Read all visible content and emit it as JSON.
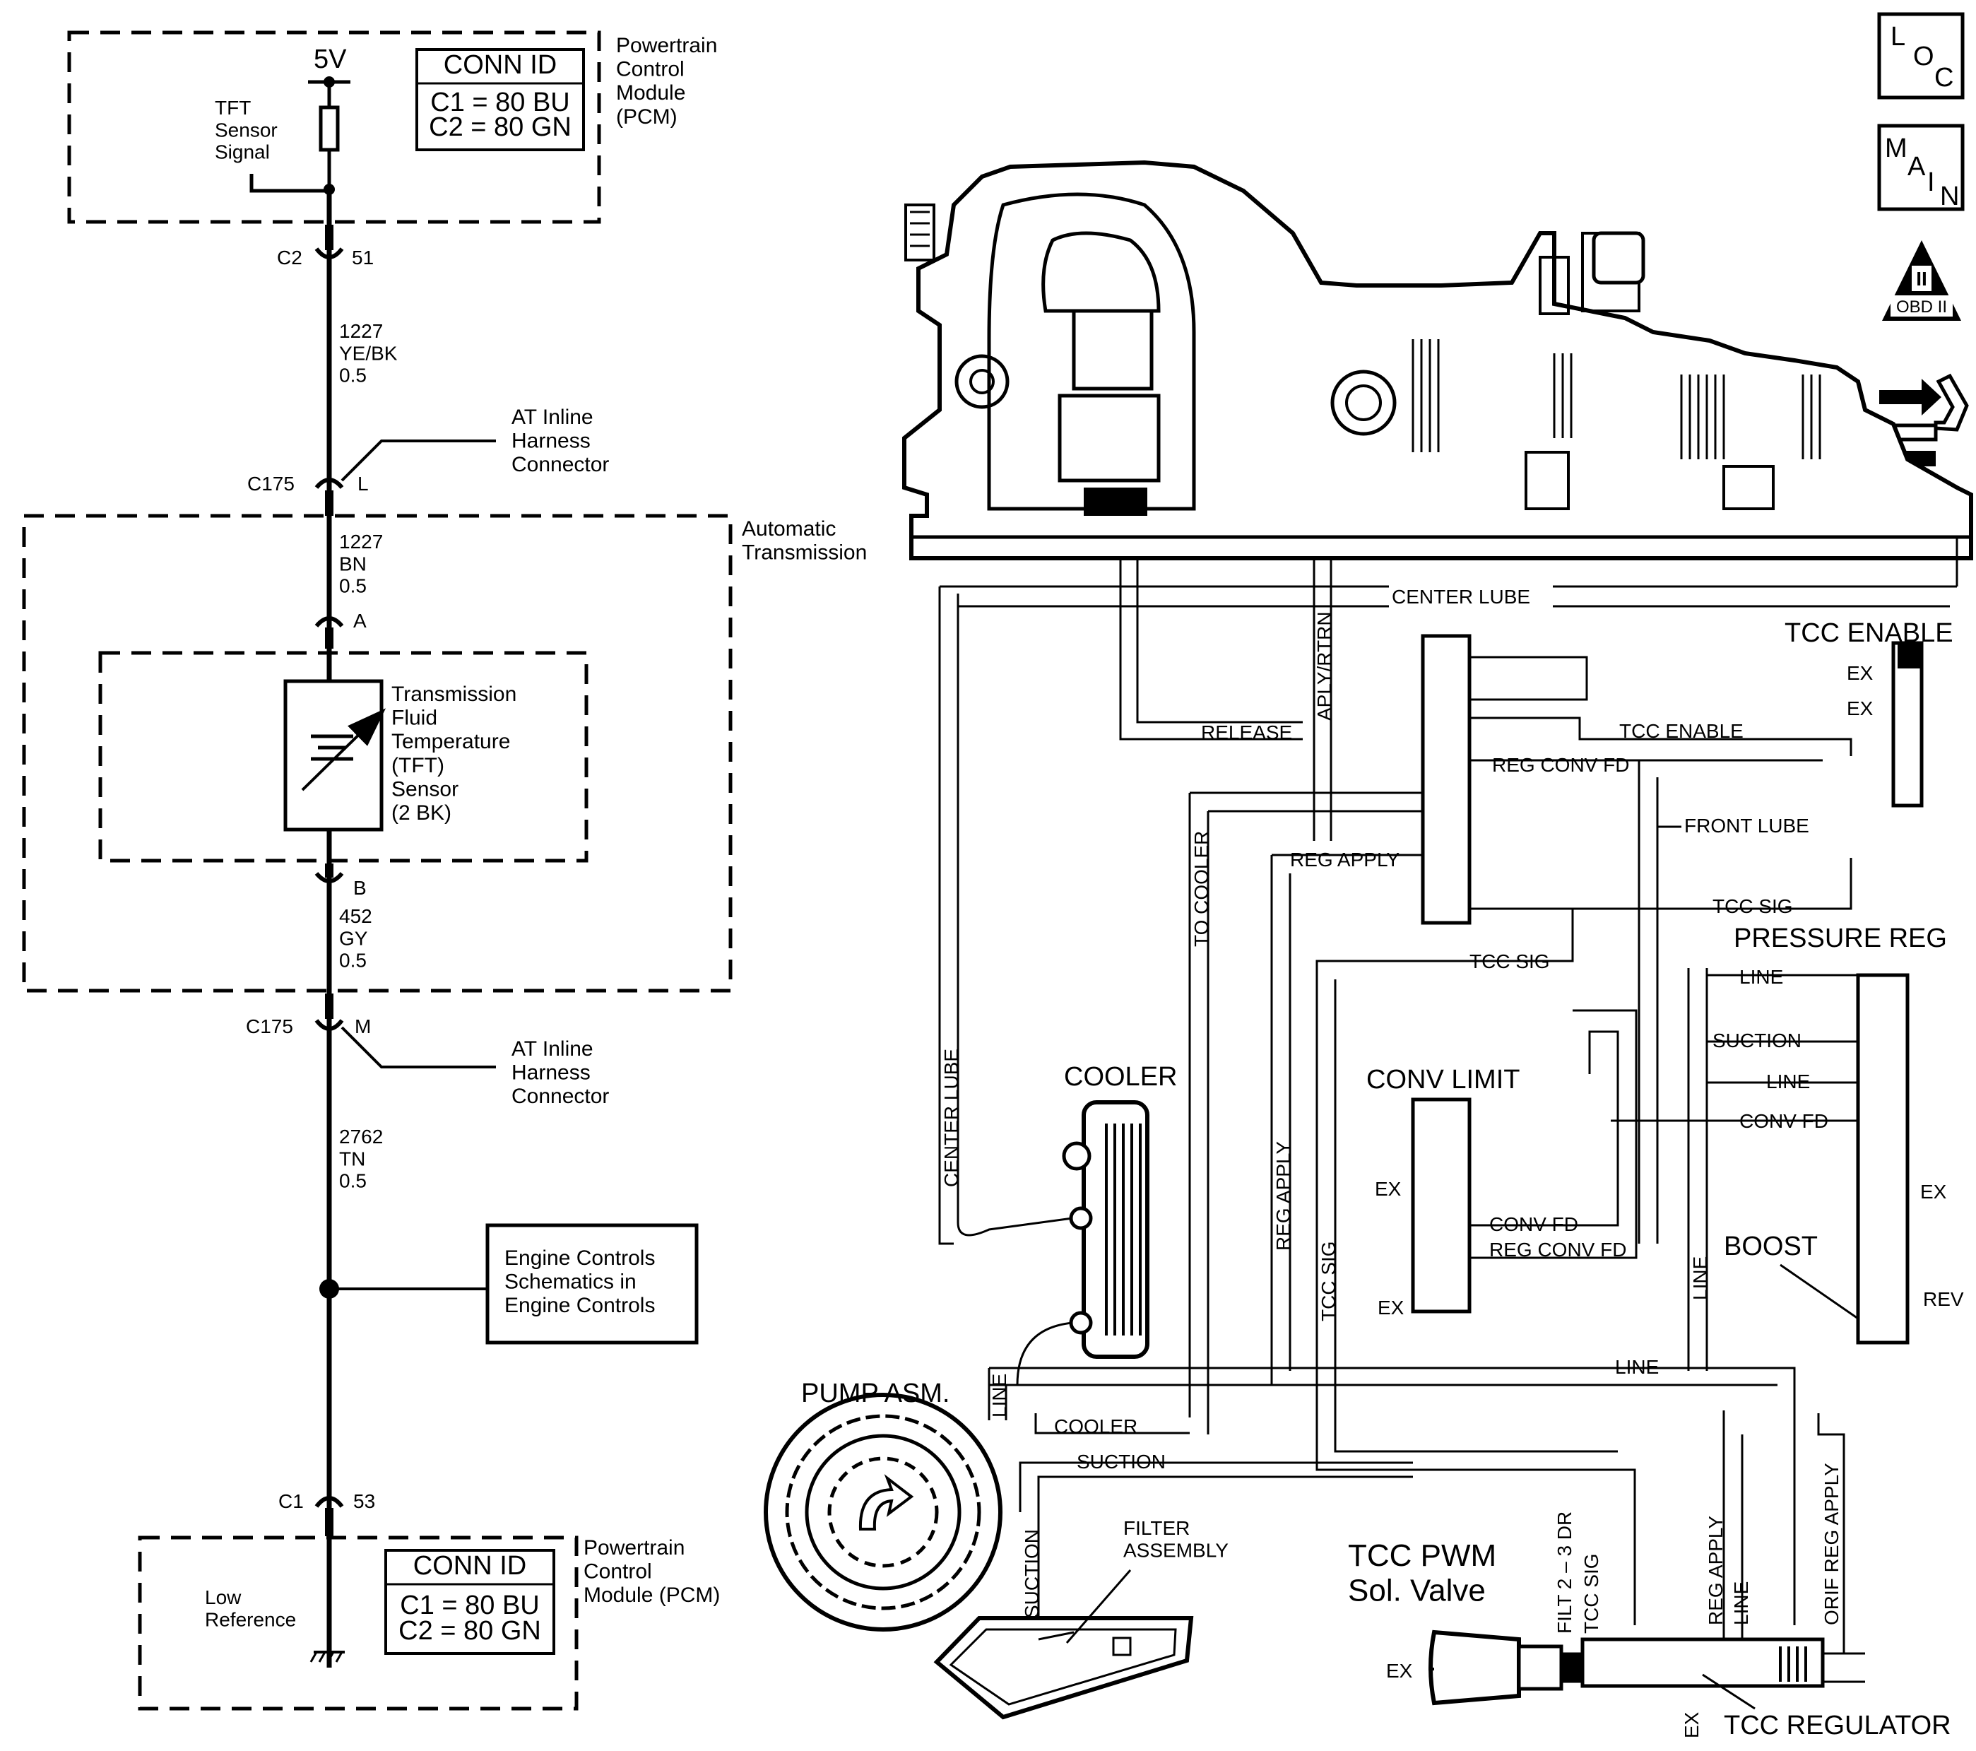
{
  "pcm_top": {
    "voltage": "5V",
    "signal_label": "TFT\nSensor\nSignal",
    "conn_id_title": "CONN ID",
    "conn_c1": "C1 = 80 BU",
    "conn_c2": "C2 = 80 GN",
    "module_label": "Powertrain\nControl\nModule\n(PCM)"
  },
  "connectors": {
    "c2": "C2",
    "c2_pin": "51",
    "c175_top": "C175",
    "c175_top_pin": "L",
    "c175_bottom": "C175",
    "c175_bottom_pin": "M",
    "c1": "C1",
    "c1_pin": "53",
    "pin_a": "A",
    "pin_b": "B"
  },
  "wires": {
    "w1": "1227\nYE/BK\n0.5",
    "w2": "1227\nBN\n0.5",
    "w3": "452\nGY\n0.5",
    "w4": "2762\nTN\n0.5"
  },
  "harness_top": "AT Inline\nHarness\nConnector",
  "harness_bottom": "AT Inline\nHarness\nConnector",
  "transmission_label": "Automatic\nTransmission",
  "sensor_label": "Transmission\nFluid\nTemperature\n(TFT)\nSensor\n(2 BK)",
  "engine_controls": "Engine Controls\nSchematics in\nEngine Controls",
  "pcm_bottom": {
    "low_ref": "Low\nReference",
    "conn_id_title": "CONN ID",
    "conn_c1": "C1 = 80 BU",
    "conn_c2": "C2 = 80 GN",
    "module_label": "Powertrain\nControl\nModule (PCM)"
  },
  "nav_icons": {
    "loc": [
      "L",
      "O",
      "C"
    ],
    "main": [
      "M",
      "A",
      "I",
      "N"
    ],
    "obd_numeral": "II",
    "obd_text": "OBD II"
  },
  "hydraulic": {
    "center_lube": "CENTER LUBE",
    "center_lube_v": "CENTER LUBE",
    "aply_rtrn": "APLY/RTRN",
    "release": "RELEASE",
    "tcc_enable_title": "TCC ENABLE",
    "tcc_enable": "TCC ENABLE",
    "ex1": "EX",
    "ex2": "EX",
    "reg_conv_fd": "REG CONV FD",
    "front_lube": "FRONT LUBE",
    "to_cooler": "TO COOLER",
    "reg_apply": "REG APPLY",
    "tcc_sig_1": "TCC SIG",
    "tcc_sig_2": "TCC SIG",
    "pressure_reg": "PRESSURE REG",
    "line_1": "LINE",
    "suction_1": "SUCTION",
    "line_2": "LINE",
    "conv_fd": "CONV FD",
    "conv_limit": "CONV LIMIT",
    "cooler": "COOLER",
    "ex_cl1": "EX",
    "conv_fd_2": "CONV FD",
    "reg_conv_fd_2": "REG CONV FD",
    "ex_cl2": "EX",
    "ex_pr": "EX",
    "boost": "BOOST",
    "rev": "REV",
    "reg_apply_v": "REG APPLY",
    "tcc_sig_v": "TCC SIG",
    "line_v": "LINE",
    "line_h": "LINE",
    "pump_asm": "PUMP ASM.",
    "line_pump": "LINE",
    "cooler_line": "COOLER",
    "suction_2": "SUCTION",
    "filter_assembly": "FILTER\nASSEMBLY",
    "suction_v": "SUCTION",
    "tcc_pwm": "TCC PWM\nSol. Valve",
    "filt_23_dr": "FILT 2 – 3 DR",
    "tcc_sig_3": "TCC SIG",
    "reg_apply_2": "REG APPLY",
    "line_3": "LINE",
    "orif_reg_apply": "ORIF REG APPLY",
    "ex_pwm": "EX",
    "ex_reg": "EX",
    "tcc_regulator": "TCC REGULATOR"
  }
}
